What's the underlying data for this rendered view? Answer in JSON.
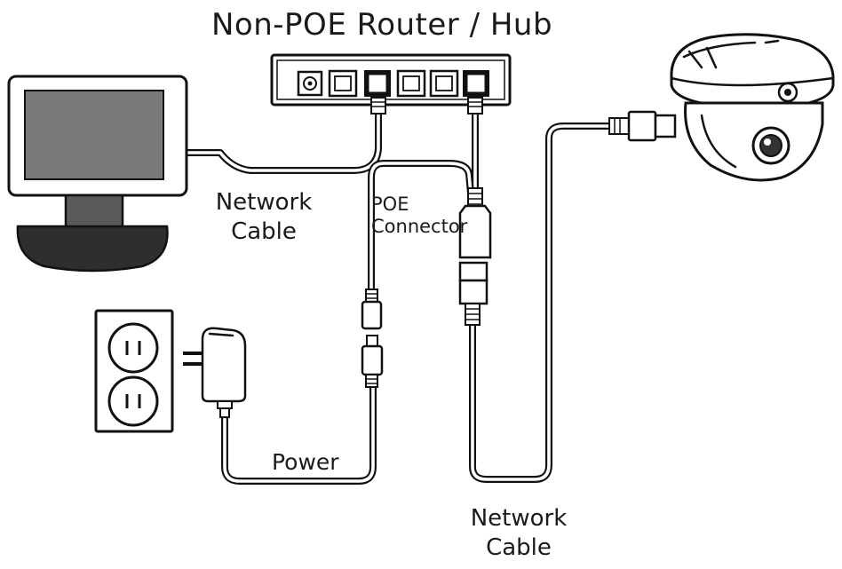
{
  "labels": {
    "title": "Non-POE Router / Hub",
    "network_cable_top_line1": "Network",
    "network_cable_top_line2": "Cable",
    "poe_connector_line1": "POE",
    "poe_connector_line2": "Connector",
    "power": "Power",
    "network_cable_bottom_line1": "Network",
    "network_cable_bottom_line2": "Cable"
  },
  "colors": {
    "stroke": "#111111",
    "monitor_screen": "#7a7a7a",
    "monitor_stand": "#5a5a5a",
    "monitor_base": "#2e2e2e",
    "background": "#ffffff"
  }
}
